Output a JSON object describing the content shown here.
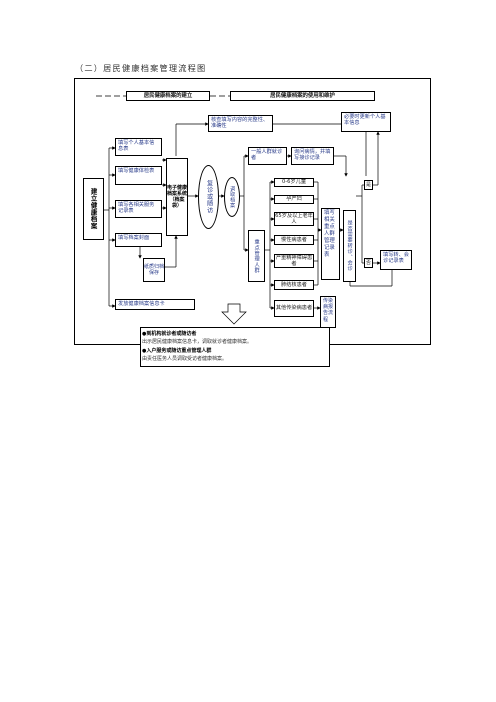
{
  "title": "（二）居民健康档案管理流程图",
  "header": {
    "establish": "居民健康档案的建立",
    "use": "居民健康档案的使用和维护"
  },
  "left": {
    "main": "建立健康档案",
    "step1": "填写个人基本信息表",
    "step2": "填写健康体检表",
    "step3": "填写各相关服务记录表",
    "step4": "填写档案封面",
    "archive": "纸质归档保存",
    "card": "发放健康档案信息卡",
    "ehr": "电子健康档案系统（档案袋）"
  },
  "middle": {
    "review": "复诊或随访",
    "retrieve": "调取档案",
    "check": "核查填写内容的完整性、准确性",
    "need_update": "必要时更新个人基本信息",
    "general": "一般人群就诊者",
    "inquiry": "询问病情，并填写接诊记录",
    "key_mgmt": "重点管理人群",
    "groups": [
      "0-6岁儿童",
      "孕产妇",
      "65岁及以上老年人",
      "慢性病患者",
      "严重精神障碍患者",
      "肺结核患者"
    ],
    "other_infect": "其他传染病患者",
    "fill_related": "填写相关重点人群管理记录表",
    "referral_need": "是否需要转诊、会诊",
    "infect_report": "传染病报告流程",
    "yes": "是",
    "no": "否",
    "fill_referral": "填写转、会诊记录表"
  },
  "notes": {
    "h1": "●到机构就诊者或随访者",
    "t1": "出示居民健康档案信息卡，调取就诊者健康档案。",
    "h2": "●入户服务或随访重点管理人群",
    "t2": "由责任医务人员调取受访者健康档案。"
  }
}
